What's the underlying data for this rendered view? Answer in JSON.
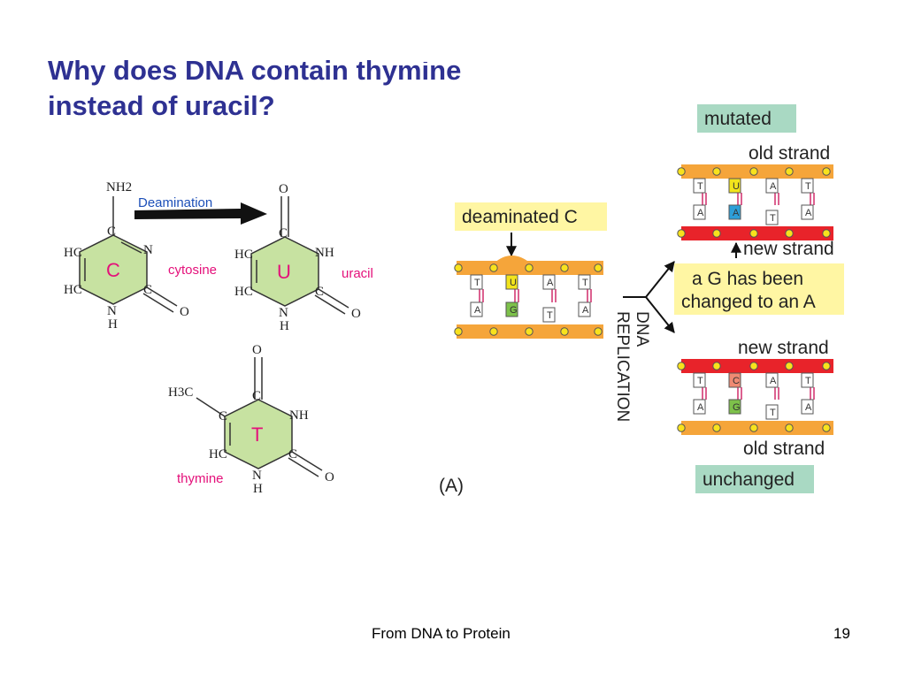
{
  "slide": {
    "title_line1": "Why does DNA contain thymine",
    "title_line2": "instead of uracil?",
    "footer": "From DNA to Protein",
    "page_number": "19"
  },
  "chemistry": {
    "deamination_label": "Deamination",
    "cytosine": {
      "ring_letter": "C",
      "name": "cytosine",
      "atoms": {
        "nh2": "NH2",
        "c_top": "C",
        "n_right": "N",
        "hc_upper": "HC",
        "hc_lower": "HC",
        "c_right": "C",
        "n_bottom": "N",
        "h_bottom": "H",
        "o": "O"
      }
    },
    "uracil": {
      "ring_letter": "U",
      "name": "uracil",
      "atoms": {
        "o_top": "O",
        "c_top": "C",
        "nh": "NH",
        "hc_upper": "HC",
        "hc_lower": "HC",
        "c_right": "C",
        "n_bottom": "N",
        "h_bottom": "H",
        "o": "O"
      }
    },
    "thymine": {
      "ring_letter": "T",
      "name": "thymine",
      "atoms": {
        "o_top": "O",
        "c_top": "C",
        "h3c": "H3C",
        "c_left": "C",
        "nh": "NH",
        "hc": "HC",
        "c_right": "C",
        "n_bottom": "N",
        "h_bottom": "H",
        "o": "O"
      }
    }
  },
  "replication_figure": {
    "deaminated_label": "deaminated C",
    "template_pairs": [
      {
        "top": "T",
        "bottom": "A"
      },
      {
        "top": "U",
        "bottom": "G"
      },
      {
        "top": "A",
        "bottom": "T"
      },
      {
        "top": "T",
        "bottom": "A"
      }
    ],
    "process_label_line1": "DNA",
    "process_label_line2": "REPLICATION",
    "mutated_label": "mutated",
    "unchanged_label": "unchanged",
    "old_strand_label": "old strand",
    "new_strand_label": "new strand",
    "change_note_line1": "a G has been",
    "change_note_line2": "changed to an A",
    "mutated_pairs": [
      {
        "top": "T",
        "bottom": "A"
      },
      {
        "top": "U",
        "bottom": "A"
      },
      {
        "top": "A",
        "bottom": "T"
      },
      {
        "top": "T",
        "bottom": "A"
      }
    ],
    "unchanged_pairs": [
      {
        "top": "T",
        "bottom": "A"
      },
      {
        "top": "C",
        "bottom": "G"
      },
      {
        "top": "A",
        "bottom": "T"
      },
      {
        "top": "T",
        "bottom": "A"
      }
    ],
    "panel_label": "(A)"
  },
  "colors": {
    "title": "#2e3192",
    "ring_fill": "#c7e2a1",
    "ring_text": "#e4107a",
    "old_strand": "#f5a53a",
    "new_strand": "#e8232a",
    "label_yellow": "#fff6a3",
    "label_green": "#a9d9c3",
    "uracil_yellow": "#f2e41c",
    "guanine_green": "#7dc14a",
    "adenine_blue": "#2d9ed8",
    "cytosine_red": "#ef8a73"
  }
}
